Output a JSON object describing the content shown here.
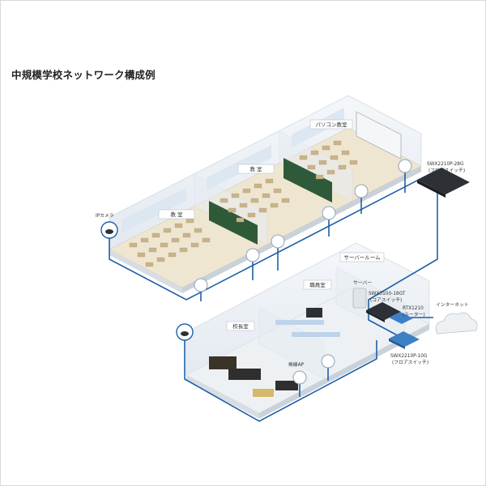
{
  "title": "中規模学校ネットワーク構成例",
  "rooms": {
    "classroom_left": "教 室",
    "classroom_mid": "教 室",
    "pc_room": "パソコン教室",
    "staff_room": "職員室",
    "principal_room": "校長室",
    "server_room": "サーバールーム"
  },
  "devices": {
    "ipcamera": "IPカメラ",
    "swx2210p28g_name": "SWX2210P-28G",
    "swx2210p28g_role": "(フロアスイッチ)",
    "server": "サーバー",
    "swx3100_name": "SWX3100-18GT",
    "swx3100_role": "(コアスイッチ)",
    "rtx1210_name": "RTX1210",
    "rtx1210_role": "(ルーター)",
    "internet": "インターネット",
    "swx2210p10g_name": "SWX2210P-10G",
    "swx2210p10g_role": "(フロアスイッチ)",
    "wireless_ap": "無線AP"
  },
  "colors": {
    "cable": "#1f5fa8",
    "wall": "#e9eef3",
    "floor": "#efe6d2",
    "blackboard": "#2f5a3a",
    "device_dark": "#2d3136",
    "device_blue": "#3d7fc4"
  }
}
